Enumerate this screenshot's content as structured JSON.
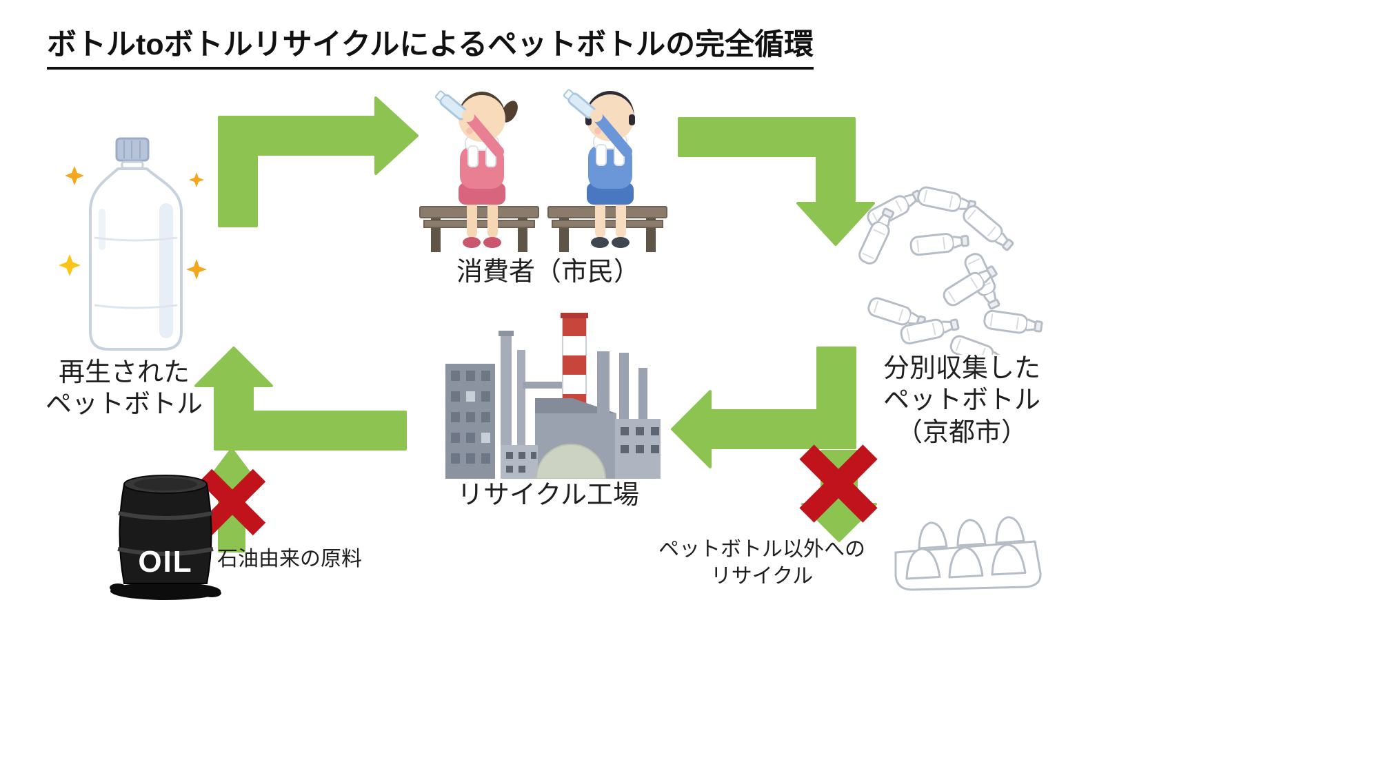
{
  "title": "ボトルtoボトルリサイクルによるペットボトルの完全循環",
  "colors": {
    "arrow_green": "#8dc451",
    "cross_red": "#c0131b",
    "text_dark": "#1f1f1f"
  },
  "nodes": {
    "recycled_bottle": {
      "label_lines": [
        "再生された",
        "ペットボトル"
      ],
      "illustration": "sparkling-pet-bottle"
    },
    "consumers": {
      "label": "消費者（市民）",
      "illustration": "two-people-drinking-on-benches"
    },
    "collected_bottles": {
      "label_lines": [
        "分別収集した",
        "ペットボトル",
        "（京都市）"
      ],
      "illustration": "pile-of-empty-pet-bottles"
    },
    "recycle_factory": {
      "label": "リサイクル工場",
      "illustration": "factory-with-striped-chimney"
    },
    "oil": {
      "barrel_text": "OIL",
      "label": "石油由来の原料",
      "illustration": "oil-drum"
    },
    "other_recycling": {
      "label_lines": [
        "ペットボトル以外への",
        "リサイクル"
      ],
      "illustration": "egg-carton-tray"
    }
  }
}
